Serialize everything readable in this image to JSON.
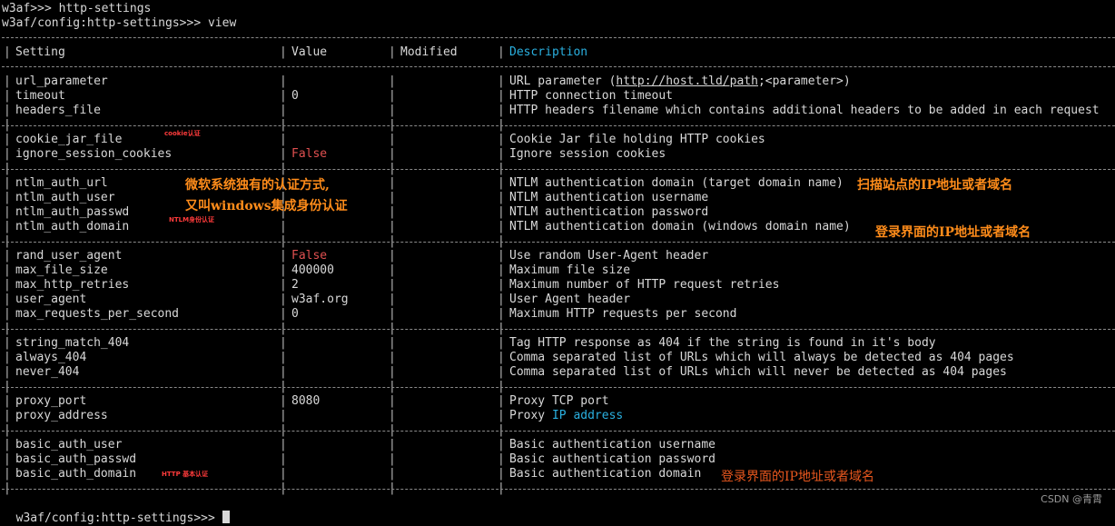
{
  "terminal": {
    "line1": "w3af>>> http-settings",
    "line2": "w3af/config:http-settings>>> view",
    "prompt_end": "w3af/config:http-settings>>> "
  },
  "table": {
    "headers": {
      "setting": "Setting",
      "value": "Value",
      "modified": "Modified",
      "description": "Description"
    },
    "groups": [
      [
        {
          "setting": "url_parameter",
          "value": "",
          "desc_pre": "URL parameter (",
          "desc_link": "http://host.tld/path",
          "desc_post": ";<parameter>)"
        },
        {
          "setting": "timeout",
          "value": "0",
          "desc": "HTTP connection timeout"
        },
        {
          "setting": "headers_file",
          "value": "",
          "desc": "HTTP headers filename which contains additional headers to be added in each request"
        }
      ],
      [
        {
          "setting": "cookie_jar_file",
          "value": "",
          "desc": "Cookie Jar file holding HTTP cookies"
        },
        {
          "setting": "ignore_session_cookies",
          "value": "False",
          "desc": "Ignore session cookies"
        }
      ],
      [
        {
          "setting": "ntlm_auth_url",
          "value": "",
          "desc": "NTLM authentication domain (target domain name)"
        },
        {
          "setting": "ntlm_auth_user",
          "value": "",
          "desc": "NTLM authentication username"
        },
        {
          "setting": "ntlm_auth_passwd",
          "value": "",
          "desc": "NTLM authentication password"
        },
        {
          "setting": "ntlm_auth_domain",
          "value": "",
          "desc": "NTLM authentication domain (windows domain name)"
        }
      ],
      [
        {
          "setting": "rand_user_agent",
          "value": "False",
          "desc": "Use random User-Agent header"
        },
        {
          "setting": "max_file_size",
          "value": "400000",
          "desc": "Maximum file size"
        },
        {
          "setting": "max_http_retries",
          "value": "2",
          "desc": "Maximum number of HTTP request retries"
        },
        {
          "setting": "user_agent",
          "value": "w3af.org",
          "desc": "User Agent header"
        },
        {
          "setting": "max_requests_per_second",
          "value": "0",
          "desc": "Maximum HTTP requests per second"
        }
      ],
      [
        {
          "setting": "string_match_404",
          "value": "",
          "desc": "Tag HTTP response as 404 if the string is found in it's body"
        },
        {
          "setting": "always_404",
          "value": "",
          "desc": "Comma separated list of URLs which will always be detected as 404 pages"
        },
        {
          "setting": "never_404",
          "value": "",
          "desc": "Comma separated list of URLs which will never be detected as 404 pages"
        }
      ],
      [
        {
          "setting": "proxy_port",
          "value": "8080",
          "desc": "Proxy TCP port"
        },
        {
          "setting": "proxy_address",
          "value": "",
          "desc_pre": "Proxy ",
          "desc_blue": "IP address"
        }
      ],
      [
        {
          "setting": "basic_auth_user",
          "value": "",
          "desc": "Basic authentication username"
        },
        {
          "setting": "basic_auth_passwd",
          "value": "",
          "desc": "Basic authentication password"
        },
        {
          "setting": "basic_auth_domain",
          "value": "",
          "desc": "Basic authentication domain"
        }
      ]
    ]
  },
  "annotations": {
    "cookie": "cookie认证",
    "ms_line1": "微软系统独有的认证方式,",
    "ms_line2": "又叫windows集成身份认证",
    "ntlm_small": "NTLM身份认证",
    "scan_target": "扫描站点的IP地址或者域名",
    "login_domain": "登录界面的IP地址或者域名",
    "http_basic": "HTTP 基本认证",
    "basic_domain": "登录界面的IP地址或者域名"
  },
  "watermark": "CSDN @青霄",
  "colors": {
    "false_value": "#e05050",
    "description_header": "#2ab0e0",
    "annotation": "#ff8c1a"
  }
}
